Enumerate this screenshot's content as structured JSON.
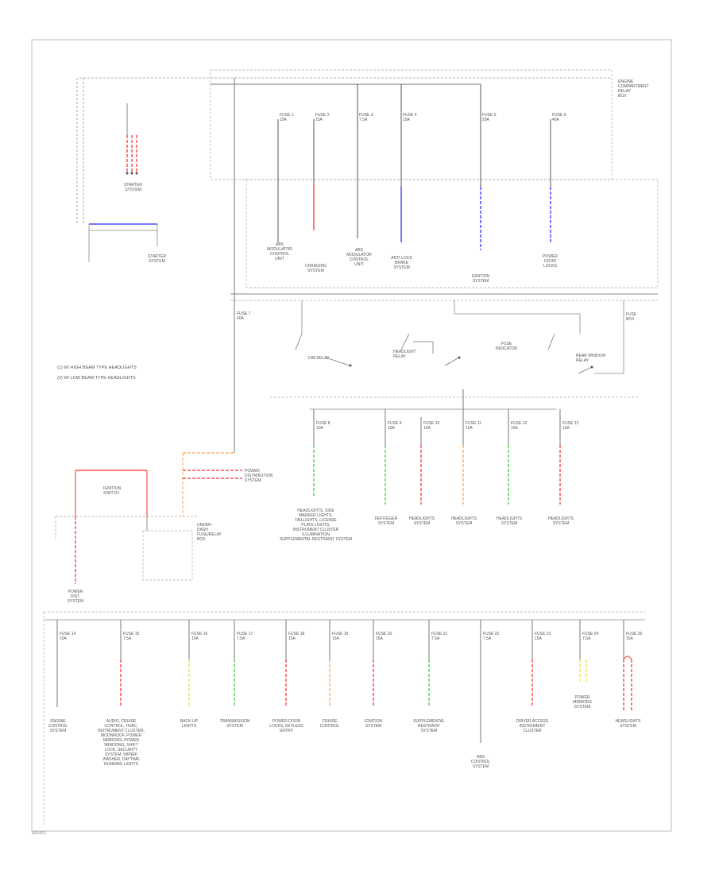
{
  "diagram_code": "G65451",
  "legend": {
    "line1": "(1) W/ HIGH BEAM TYPE HEADLIGHTS",
    "line2": "(2) W/ LOW BEAM TYPE HEADLIGHTS"
  },
  "colors": {
    "frame": "#c8c8c8",
    "wire": "#888888",
    "red": "#ff5050",
    "blue": "#4a4aff",
    "green": "#59d659",
    "orange": "#ffb070",
    "yellow": "#e8e85a"
  },
  "top_right_label": "ENGINE\nCOMPARTMENT\nRELAY\nBOX",
  "top_left_component": "STARTER\nSYSTEM",
  "battery_left_label": "STARTER\nSYSTEM",
  "top_fuses": [
    {
      "label": "FUSE 1\n15A",
      "system": "ABS\nMODULATOR\nCONTROL\nUNIT"
    },
    {
      "label": "FUSE 2\n15A",
      "system": "CHARGING\nSYSTEM"
    },
    {
      "label": "FUSE 3\n7.5A",
      "system": "ABS\nMODULATOR\nCONTROL\nUNIT"
    },
    {
      "label": "FUSE 4\n15A",
      "system": "ANTI-LOCK\nBRAKE\nSYSTEM"
    },
    {
      "label": "FUSE 5\n20A",
      "system": "IGNITION\nSYSTEM"
    },
    {
      "label": "FUSE 6\n40A",
      "system": "POWER\nDOOR\nLOCKS"
    }
  ],
  "mid_left_fuse": "FUSE 7\n40A",
  "relay_labels": [
    "DIM RELAY",
    "HEADLIGHT\nRELAY",
    "FUSE\nINDICATOR",
    "REAR WINDOW\nRELAY"
  ],
  "mid_right_label": "FUSE\nBOX",
  "mid_fuses": [
    {
      "label": "FUSE 8\n10A",
      "system": "HEADLIGHTS, SIDE\nMARKER LIGHTS,\nTAILLIGHTS, LICENSE\nPLATE LIGHTS,\nINSTRUMENT CLUSTER\nILLUMINATION\nSUPPLEMENTAL RESTRAINT SYSTEM"
    },
    {
      "label": "FUSE 9\n15A",
      "system": "DEFOGGER\nSYSTEM"
    },
    {
      "label": "FUSE 10\n15A",
      "system": "HEADLIGHTS\nSYSTEM"
    },
    {
      "label": "FUSE 11\n15A",
      "system": "HEADLIGHTS\nSYSTEM"
    },
    {
      "label": "FUSE 12\n10A",
      "system": "HEADLIGHTS\nSYSTEM"
    },
    {
      "label": "FUSE 13\n10A",
      "system": "HEADLIGHTS\nSYSTEM"
    }
  ],
  "ignition_switch_label": "IGNITION\nSWITCH",
  "power_system_label": "POWER\nDISTRIBUTION\nSYSTEM",
  "junction_label": "UNDER-\nDASH\nFUSE/RELAY\nBOX",
  "bottom_left_label": "POWER\nDIST.\nSYSTEM",
  "bottom_fuses": [
    {
      "label": "FUSE 14\n10A",
      "system": "ENGINE\nCONTROL\nSYSTEM"
    },
    {
      "label": "FUSE 15\n7.5A",
      "system": "AUDIO, CRUISE\nCONTROL, HVAC,\nINSTRUMENT CLUSTER,\nMOONROOF, POWER\nMIRRORS, POWER\nWINDOWS, SHIFT\nLOCK, SECURITY\nSYSTEM, WIPER/\nWASHER, DAYTIME\nRUNNING LIGHTS"
    },
    {
      "label": "FUSE 16\n10A",
      "system": "BACK-UP\nLIGHTS"
    },
    {
      "label": "FUSE 17\n7.5A",
      "system": "TRANSMISSION\nSYSTEM"
    },
    {
      "label": "FUSE 18\n15A",
      "system": "POWER DOOR\nLOCKS, KEYLESS\nENTRY"
    },
    {
      "label": "FUSE 19\n15A",
      "system": "CRUISE\nCONTROL"
    },
    {
      "label": "FUSE 20\n15A",
      "system": "IGNITION\nSYSTEM"
    },
    {
      "label": "FUSE 21\n7.5A",
      "system": "SUPPLEMENTAL\nRESTRAINT\nSYSTEM"
    },
    {
      "label": "FUSE 22\n7.5A",
      "system": "ABS\nCONTROL\nSYSTEM"
    },
    {
      "label": "FUSE 23\n15A",
      "system": "DRIVER ACCESS\nINSTRUMENT\nCLUSTER"
    },
    {
      "label": "FUSE 24\n7.5A",
      "system": "POWER\nMIRRORS\nSYSTEM"
    },
    {
      "label": "FUSE 25\n15A",
      "system": "HEADLIGHTS\nSYSTEM"
    }
  ]
}
